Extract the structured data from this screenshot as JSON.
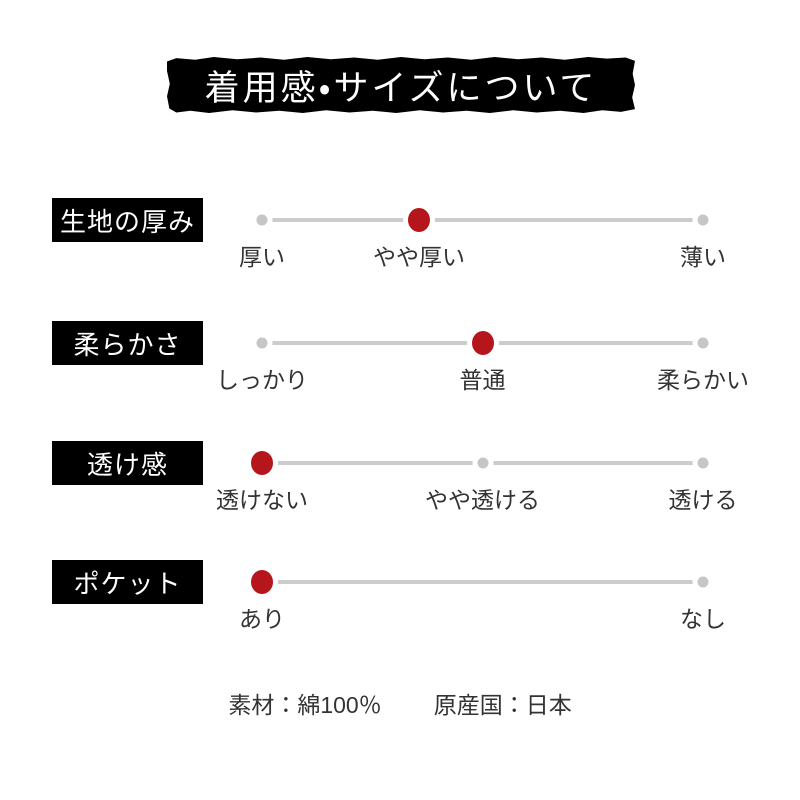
{
  "colors": {
    "background": "#ffffff",
    "banner_bg": "#000000",
    "banner_text": "#ffffff",
    "label_box_bg": "#000000",
    "label_box_text": "#ffffff",
    "track_gray": "#cccccc",
    "dot_gray": "#c6c6c6",
    "accent_red": "#b5161c",
    "body_text": "#333333"
  },
  "banner": {
    "title": "着用感・サイズについて"
  },
  "chart_data": {
    "type": "table",
    "title": "着用感・サイズについて",
    "rows": [
      {
        "label": "生地の厚み",
        "selected_value": "やや厚い",
        "options": [
          {
            "text": "厚い",
            "position_pct": 0,
            "selected": false
          },
          {
            "text": "やや厚い",
            "position_pct": 35.6,
            "selected": true
          },
          {
            "text": "薄い",
            "position_pct": 100,
            "selected": false
          }
        ]
      },
      {
        "label": "柔らかさ",
        "selected_value": "普通",
        "options": [
          {
            "text": "しっかり",
            "position_pct": 0,
            "selected": false
          },
          {
            "text": "普通",
            "position_pct": 50,
            "selected": true
          },
          {
            "text": "柔らかい",
            "position_pct": 100,
            "selected": false
          }
        ]
      },
      {
        "label": "透け感",
        "selected_value": "透けない",
        "options": [
          {
            "text": "透けない",
            "position_pct": 0,
            "selected": true
          },
          {
            "text": "やや透ける",
            "position_pct": 50,
            "selected": false
          },
          {
            "text": "透ける",
            "position_pct": 100,
            "selected": false
          }
        ]
      },
      {
        "label": "ポケット",
        "selected_value": "あり",
        "options": [
          {
            "text": "あり",
            "position_pct": 0,
            "selected": true
          },
          {
            "text": "なし",
            "position_pct": 100,
            "selected": false
          }
        ]
      }
    ],
    "notes": [
      "素材：綿100％",
      "原産国：日本"
    ]
  },
  "footer": {
    "material": "素材：綿100％",
    "origin": "原産国：日本"
  }
}
